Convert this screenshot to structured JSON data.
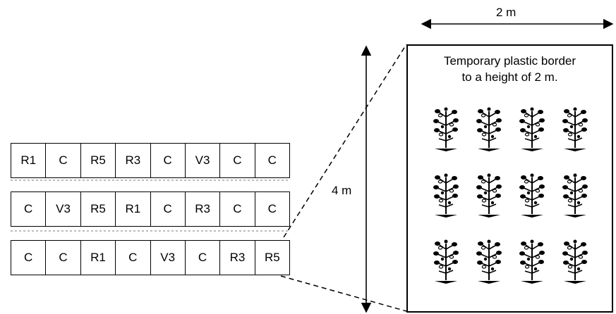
{
  "layout_grid": {
    "rows": [
      [
        "R1",
        "C",
        "R5",
        "R3",
        "C",
        "V3",
        "C",
        "C"
      ],
      [
        "C",
        "V3",
        "R5",
        "R1",
        "C",
        "R3",
        "C",
        "C"
      ],
      [
        "C",
        "C",
        "R1",
        "C",
        "V3",
        "C",
        "R3",
        "R5"
      ]
    ]
  },
  "dimensions": {
    "width_label": "2 m",
    "height_label": "4 m"
  },
  "detail": {
    "caption_line1": "Temporary plastic border",
    "caption_line2": "to a height of 2 m.",
    "plant_rows": 3,
    "plants_per_row": 4,
    "plant_icon": "tomato-plant-icon"
  }
}
